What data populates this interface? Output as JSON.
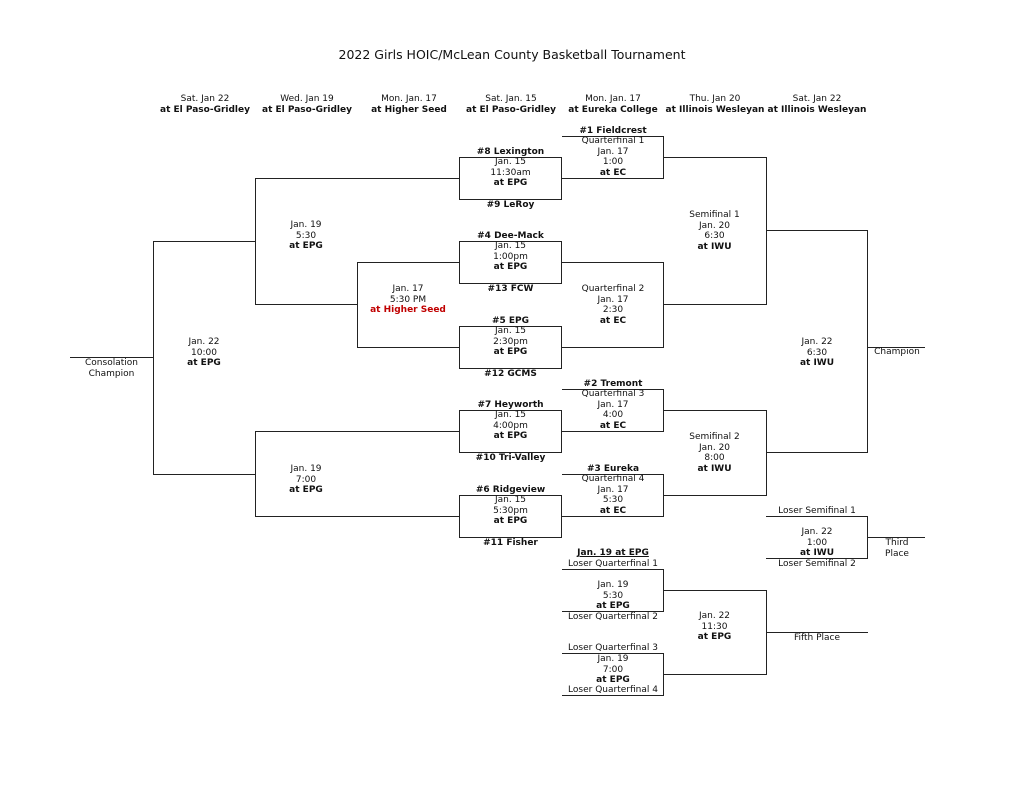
{
  "title": "2022 Girls HOIC/McLean County Basketball Tournament",
  "columns": [
    {
      "date": "Sat. Jan 22",
      "site": "at El Paso-Gridley"
    },
    {
      "date": "Wed. Jan 19",
      "site": "at El Paso-Gridley"
    },
    {
      "date": "Mon. Jan. 17",
      "site": "at Higher Seed"
    },
    {
      "date": "Sat. Jan. 15",
      "site": "at El Paso-Gridley"
    },
    {
      "date": "Mon. Jan. 17",
      "site": "at Eureka College"
    },
    {
      "date": "Thu. Jan 20",
      "site": "at Illinois Wesleyan"
    },
    {
      "date": "Sat. Jan 22",
      "site": "at Illinois Wesleyan"
    }
  ],
  "first_round": [
    {
      "top": "#8 Lexington",
      "date": "Jan. 15",
      "time": "11:30am",
      "site": "at EPG",
      "bottom": "#9 LeRoy"
    },
    {
      "top": "#4 Dee-Mack",
      "date": "Jan. 15",
      "time": "1:00pm",
      "site": "at EPG",
      "bottom": "#13 FCW"
    },
    {
      "top": "#5 EPG",
      "date": "Jan. 15",
      "time": "2:30pm",
      "site": "at EPG",
      "bottom": "#12 GCMS"
    },
    {
      "top": "#7 Heyworth",
      "date": "Jan. 15",
      "time": "4:00pm",
      "site": "at EPG",
      "bottom": "#10 Tri-Valley"
    },
    {
      "top": "#6 Ridgeview",
      "date": "Jan. 15",
      "time": "5:30pm",
      "site": "at EPG",
      "bottom": "#11 Fisher"
    }
  ],
  "quarterfinals": [
    {
      "seed": "#1 Fieldcrest",
      "name": "Quarterfinal 1",
      "date": "Jan. 17",
      "time": "1:00",
      "site": "at EC"
    },
    {
      "seed": "",
      "name": "Quarterfinal 2",
      "date": "Jan. 17",
      "time": "2:30",
      "site": "at EC"
    },
    {
      "seed": "#2 Tremont",
      "name": "Quarterfinal 3",
      "date": "Jan. 17",
      "time": "4:00",
      "site": "at EC"
    },
    {
      "seed": "#3 Eureka",
      "name": "Quarterfinal 4",
      "date": "Jan. 17",
      "time": "5:30",
      "site": "at EC"
    }
  ],
  "semifinals": [
    {
      "name": "Semifinal 1",
      "date": "Jan. 20",
      "time": "6:30",
      "site": "at IWU"
    },
    {
      "name": "Semifinal 2",
      "date": "Jan. 20",
      "time": "8:00",
      "site": "at IWU"
    }
  ],
  "championship": {
    "date": "Jan. 22",
    "time": "6:30",
    "site": "at IWU",
    "label": "Champion"
  },
  "third_place": {
    "top": "Loser Semifinal 1",
    "date": "Jan. 22",
    "time": "1:00",
    "site": "at IWU",
    "bottom": "Loser Semifinal 2",
    "label_1": "Third",
    "label_2": "Place"
  },
  "consolation": {
    "higher_seed_game": {
      "date": "Jan. 17",
      "time": "5:30 PM",
      "site": "at Higher Seed"
    },
    "semi_a": {
      "date": "Jan. 19",
      "time": "5:30",
      "site": "at EPG"
    },
    "semi_b": {
      "date": "Jan. 19",
      "time": "7:00",
      "site": "at EPG"
    },
    "final": {
      "date": "Jan. 22",
      "time": "10:00",
      "site": "at EPG"
    },
    "label_1": "Consolation",
    "label_2": "Champion"
  },
  "fifth_place": {
    "header": "Jan. 19 at EPG",
    "lq1": "Loser Quarterfinal 1",
    "g1": {
      "date": "Jan. 19",
      "time": "5:30",
      "site": "at EPG"
    },
    "lq2": "Loser Quarterfinal 2",
    "lq3": "Loser Quarterfinal 3",
    "g2": {
      "date": "Jan. 19",
      "time": "7:00",
      "site": "at EPG"
    },
    "lq4": "Loser Quarterfinal 4",
    "final": {
      "date": "Jan. 22",
      "time": "11:30",
      "site": "at EPG"
    },
    "label": "Fifth Place"
  }
}
